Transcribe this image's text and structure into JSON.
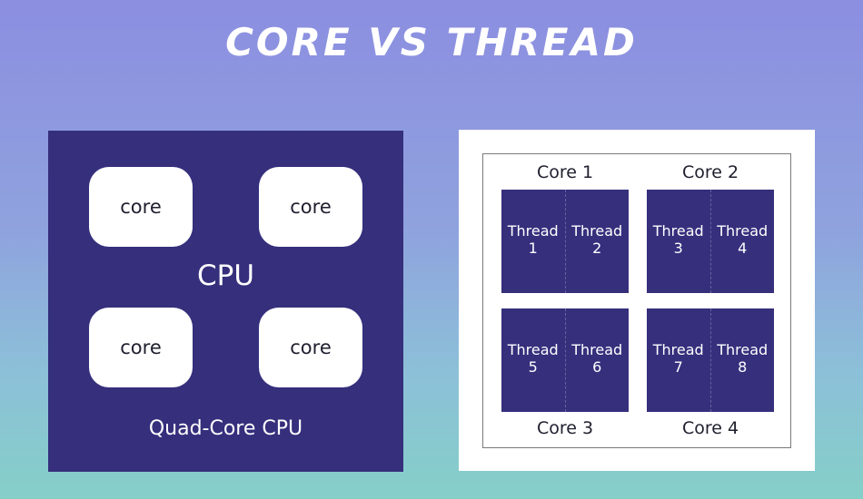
{
  "title": "CORE VS THREAD",
  "cpu_panel": {
    "cores": [
      "core",
      "core",
      "core",
      "core"
    ],
    "center_label": "CPU",
    "caption": "Quad-Core CPU"
  },
  "thread_panel": {
    "cores": [
      {
        "label": "Core 1",
        "threads": [
          {
            "word": "Thread",
            "num": "1"
          },
          {
            "word": "Thread",
            "num": "2"
          }
        ]
      },
      {
        "label": "Core 2",
        "threads": [
          {
            "word": "Thread",
            "num": "3"
          },
          {
            "word": "Thread",
            "num": "4"
          }
        ]
      },
      {
        "label": "Core 3",
        "threads": [
          {
            "word": "Thread",
            "num": "5"
          },
          {
            "word": "Thread",
            "num": "6"
          }
        ]
      },
      {
        "label": "Core 4",
        "threads": [
          {
            "word": "Thread",
            "num": "7"
          },
          {
            "word": "Thread",
            "num": "8"
          }
        ]
      }
    ]
  },
  "colors": {
    "panel_purple": "#352f7c",
    "background_top": "#8c8ee0",
    "background_bottom": "#85cfc8"
  }
}
